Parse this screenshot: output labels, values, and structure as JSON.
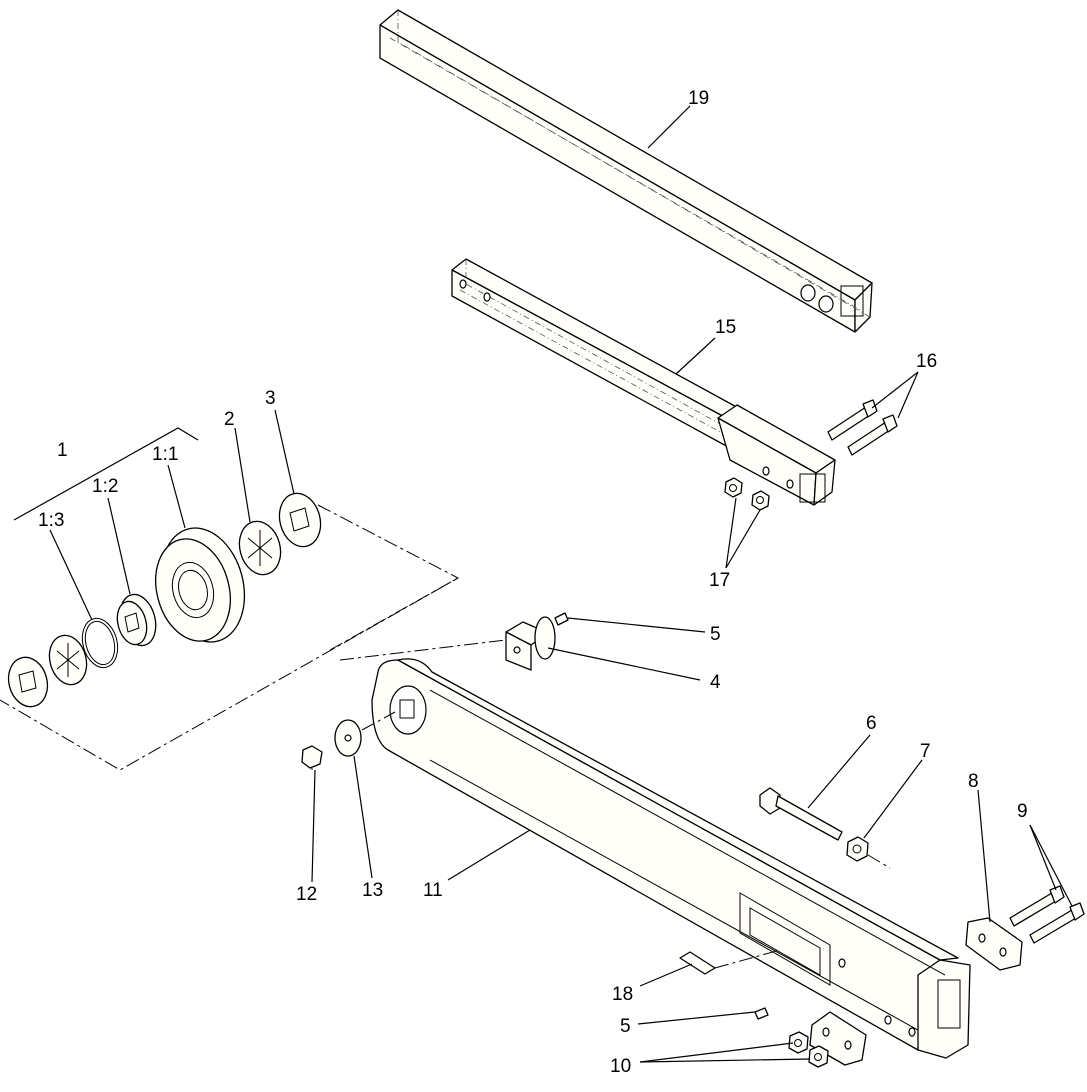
{
  "labels": [
    {
      "id": "19",
      "text": "19"
    },
    {
      "id": "15",
      "text": "15"
    },
    {
      "id": "16",
      "text": "16"
    },
    {
      "id": "17",
      "text": "17"
    },
    {
      "id": "1",
      "text": "1"
    },
    {
      "id": "1-1",
      "text": "1:1"
    },
    {
      "id": "1-2",
      "text": "1:2"
    },
    {
      "id": "1-3",
      "text": "1:3"
    },
    {
      "id": "2",
      "text": "2"
    },
    {
      "id": "3",
      "text": "3"
    },
    {
      "id": "5a",
      "text": "5"
    },
    {
      "id": "4",
      "text": "4"
    },
    {
      "id": "6",
      "text": "6"
    },
    {
      "id": "7",
      "text": "7"
    },
    {
      "id": "8",
      "text": "8"
    },
    {
      "id": "9",
      "text": "9"
    },
    {
      "id": "12",
      "text": "12"
    },
    {
      "id": "13",
      "text": "13"
    },
    {
      "id": "11",
      "text": "11"
    },
    {
      "id": "18",
      "text": "18"
    },
    {
      "id": "5b",
      "text": "5"
    },
    {
      "id": "10",
      "text": "10"
    }
  ]
}
